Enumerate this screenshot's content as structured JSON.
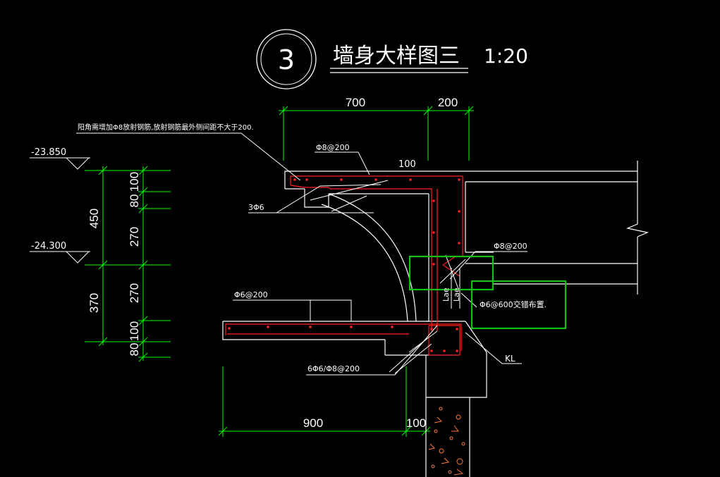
{
  "title": {
    "number": "3",
    "text": "墙身大样图三",
    "scale": "1:20"
  },
  "colors": {
    "background": "#000000",
    "line": "#ffffff",
    "rebar": "#ff2020",
    "dimension": "#00ff00",
    "highlight": "#16c016",
    "hatch": "#ff7a3a"
  },
  "elevations": [
    "-23.850",
    "-24.300"
  ],
  "left_dims": {
    "outer": [
      "450",
      "370"
    ],
    "inner": [
      "100",
      "80",
      "270",
      "270",
      "100",
      "80"
    ]
  },
  "top_dims": [
    "700",
    "200"
  ],
  "bottom_dims": [
    "900",
    "100"
  ],
  "labels": {
    "note": "阳角需增加Φ8放射钢筋,放射钢筋最外侧间距不大于200.",
    "top_bar": "Φ8@200",
    "top_100": "100",
    "side_bar": "3Φ6",
    "bottom_bar": "Φ6@200",
    "wall_bar": "Φ8@200",
    "lae1": "Lae",
    "lae2": "Lae",
    "cross_bar": "Φ6@600交错布置.",
    "beam_bars": "6Φ6/Φ8@200",
    "kl": "KL"
  }
}
